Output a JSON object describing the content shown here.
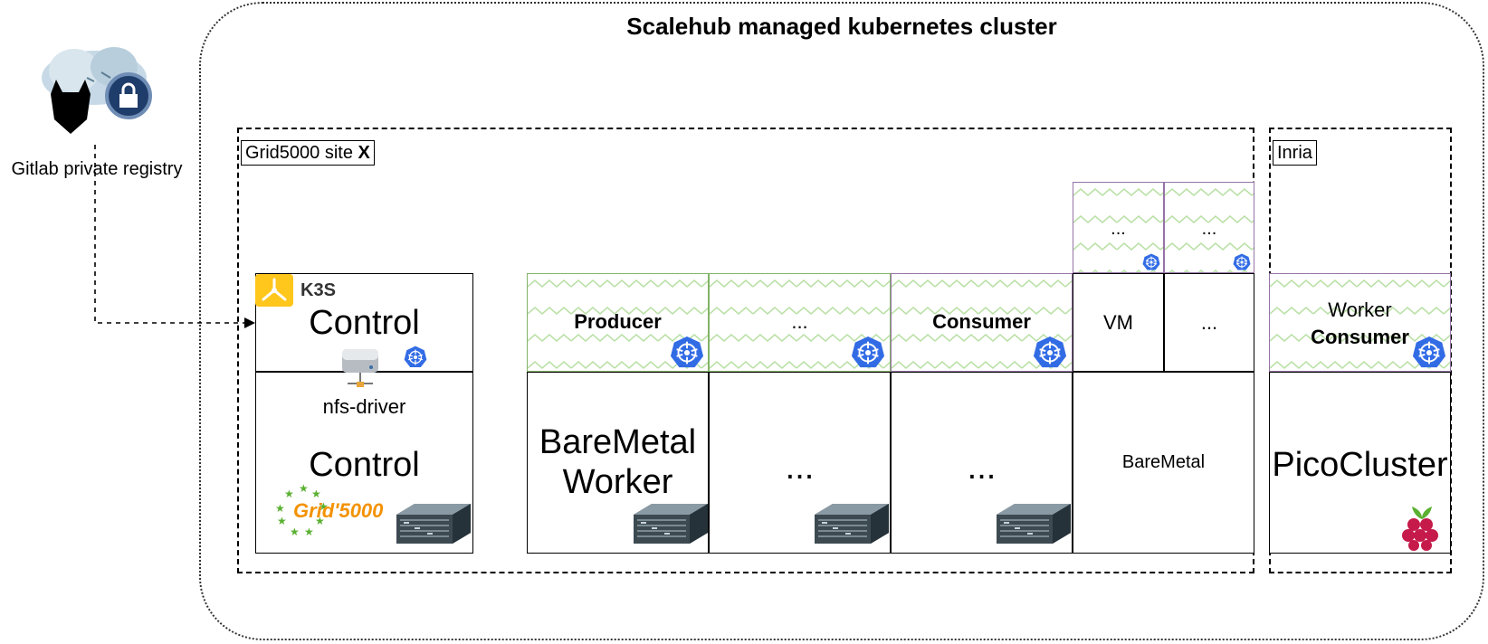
{
  "diagram": {
    "title": "Scalehub managed kubernetes cluster",
    "registry": {
      "label": "Gitlab private registry",
      "icon": "gitlab-lock-cloud-icon"
    },
    "sites": [
      {
        "label_prefix": "Grid5000 site ",
        "label_bold": "X"
      },
      {
        "label_prefix": "Inria",
        "label_bold": ""
      }
    ],
    "control": {
      "k3s_logo": "K3S",
      "top_label": "Control",
      "storage_label": "nfs-driver",
      "bottom_label": "Control",
      "grid5000_logo": "Grid'5000"
    },
    "pods": {
      "producer": "Producer",
      "dots1": "...",
      "consumer": "Consumer",
      "vm_pod1": "...",
      "vm_pod2": "...",
      "worker_line1": "Worker",
      "worker_line2": "Consumer"
    },
    "vms": {
      "vm": "VM",
      "vm2": "..."
    },
    "nodes": {
      "baremetal_worker_line1": "BareMetal",
      "baremetal_worker_line2": "Worker",
      "dots1": "...",
      "dots2": "...",
      "baremetal": "BareMetal",
      "picocluster": "PicoCluster"
    },
    "colors": {
      "producer_pod_border": "#82b366",
      "consumer_pod_border": "#9673a6",
      "zigzag": "#b9e0a5",
      "k8s_blue": "#326ce5",
      "k3s_yellow": "#ffc61c",
      "grid5000_orange": "#f39200",
      "grid5000_green": "#5ab031",
      "raspberry": "#c51a4a"
    }
  }
}
